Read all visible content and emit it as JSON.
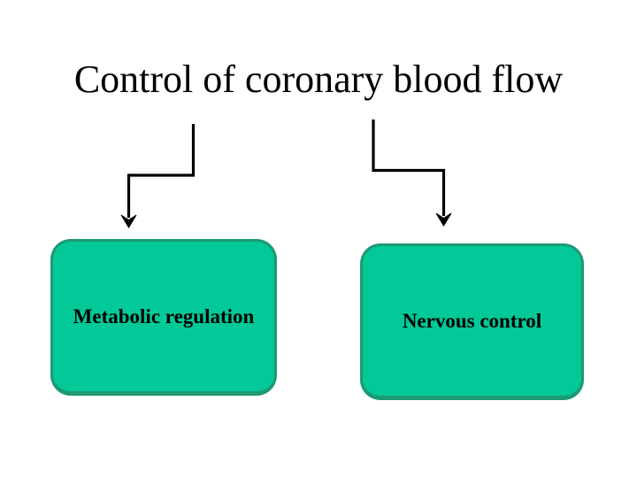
{
  "slide": {
    "title": "Control of coronary blood flow",
    "boxes": [
      {
        "id": "metabolic",
        "label": "Metabolic regulation"
      },
      {
        "id": "nervous",
        "label": "Nervous control"
      }
    ],
    "colors": {
      "background": "#ffffff",
      "box_fill": "#03c897",
      "box_border": "#1d9974",
      "connector": "#000000",
      "text": "#000000"
    }
  }
}
